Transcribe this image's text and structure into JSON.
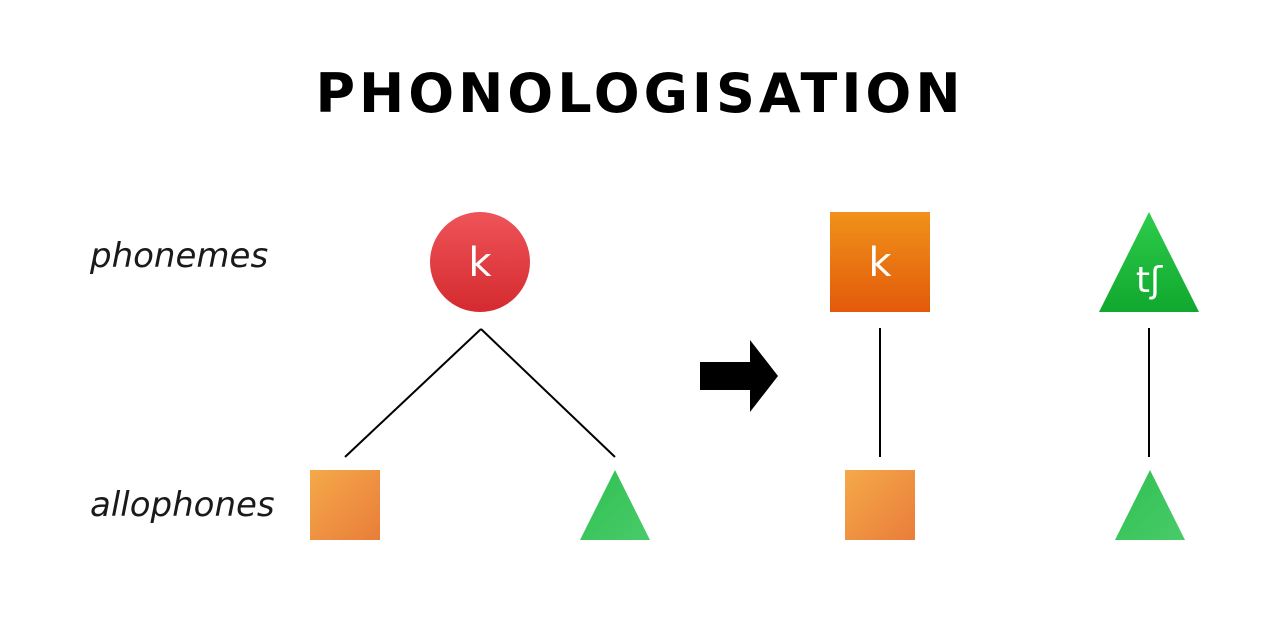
{
  "title": "PHONOLOGISATION",
  "row_labels": {
    "phonemes": "phonemes",
    "allophones": "allophones"
  },
  "before": {
    "phoneme": {
      "symbol": "k",
      "shape": "circle",
      "color": "#e03a3e"
    },
    "allophones": [
      {
        "shape": "square",
        "color": "#ef8c3a"
      },
      {
        "shape": "triangle",
        "color": "#3cc25c"
      }
    ]
  },
  "after": {
    "phonemes": [
      {
        "symbol": "k",
        "shape": "square",
        "color": "#ec6a10"
      },
      {
        "symbol": "tʃ",
        "shape": "triangle",
        "color": "#1db83f"
      }
    ],
    "allophones": [
      {
        "shape": "square",
        "color": "#ef8c3a"
      },
      {
        "shape": "triangle",
        "color": "#3cc25c"
      }
    ]
  },
  "arrow_icon": "right-arrow-icon"
}
